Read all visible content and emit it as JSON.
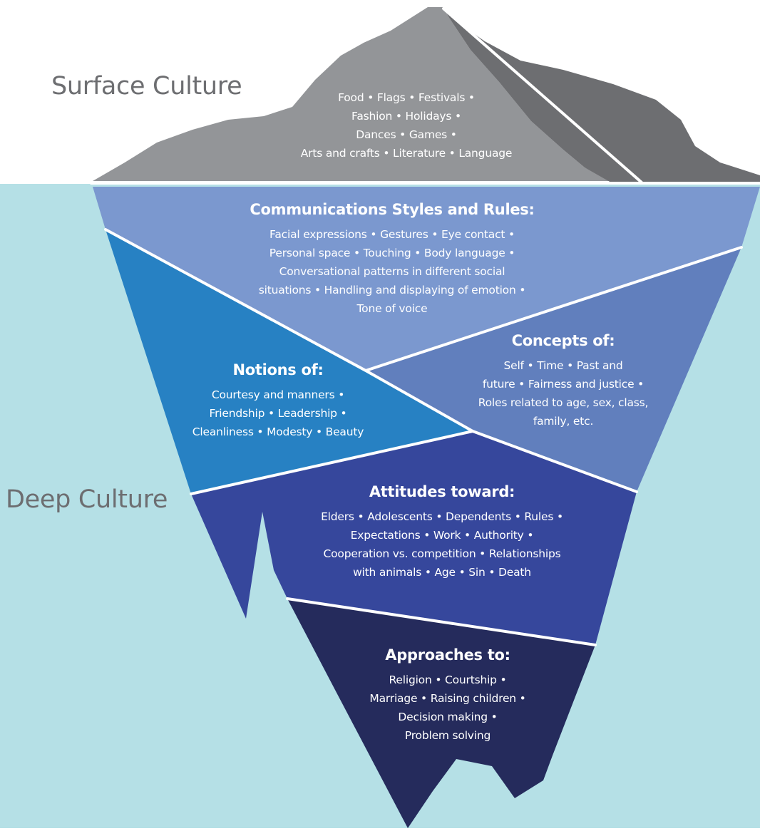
{
  "labels": {
    "surface": "Surface Culture",
    "deep": "Deep Culture"
  },
  "surface_block": {
    "lines": [
      "Food • Flags • Festivals •",
      "Fashion • Holidays •",
      "Dances • Games •",
      "Arts and crafts • Literature • Language"
    ]
  },
  "communication": {
    "heading": "Communications Styles and Rules:",
    "lines": [
      "Facial expressions • Gestures • Eye contact •",
      "Personal space • Touching • Body language •",
      "Conversational patterns in different social",
      "situations • Handling and displaying of emotion •",
      "Tone of voice"
    ]
  },
  "notions": {
    "heading": "Notions of:",
    "lines": [
      "Courtesy and manners •",
      "Friendship • Leadership •",
      "Cleanliness • Modesty • Beauty"
    ]
  },
  "concepts": {
    "heading": "Concepts of:",
    "lines": [
      "Self • Time • Past and",
      "future • Fairness and justice •",
      "Roles related to age, sex, class,",
      "family, etc."
    ]
  },
  "attitudes": {
    "heading": "Attitudes toward:",
    "lines": [
      "Elders • Adolescents • Dependents • Rules •",
      "Expectations • Work • Authority •",
      "Cooperation vs. competition • Relationships",
      "with animals • Age • Sin • Death"
    ]
  },
  "approaches": {
    "heading": "Approaches to:",
    "lines": [
      "Religion • Courtship •",
      "Marriage • Raising children •",
      "Decision making •",
      "Problem solving"
    ]
  },
  "colors": {
    "water": "#b5e0e6",
    "tip_light": "#939598",
    "tip_dark": "#6d6e71",
    "communication": "#7b98cf",
    "notions": "#2781c3",
    "concepts": "#617fbd",
    "attitudes": "#36479c",
    "approaches": "#252b5c",
    "outline": "#ffffff"
  }
}
